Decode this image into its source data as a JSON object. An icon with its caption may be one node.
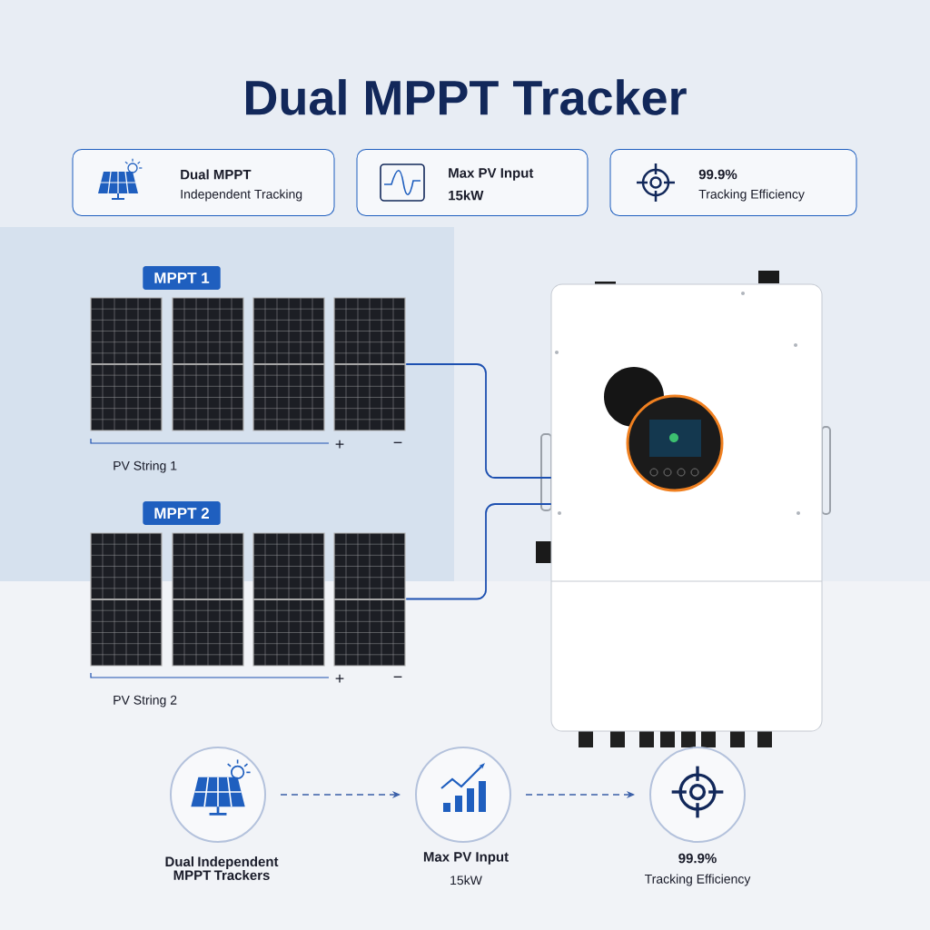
{
  "diagram": {
    "title": "Dual MPPT Tracker",
    "nodes": [
      {
        "text": [
          "Dual MPPT",
          "Independent Tracking"
        ]
      },
      {
        "text": [
          "Max PV Input",
          "15kW"
        ]
      },
      {
        "text": [
          "99.9%",
          "Tracking Efficiency"
        ]
      },
      {
        "text": [
          "MPPT 1",
          "PV String 1"
        ]
      },
      {
        "text": [
          "MPPT 2",
          "PV String 2"
        ]
      },
      {
        "text": [],
        "shape": "picture"
      },
      {
        "text": [
          "Dual Independent MPPT Trackers"
        ]
      },
      {
        "text": [
          "Max PV Input",
          "15kW"
        ]
      },
      {
        "text": [
          "99.9%",
          "Tracking Efficiency"
        ]
      }
    ],
    "edges": [
      {
        "from": 3,
        "to": 5,
        "arrow": "none"
      },
      {
        "from": 4,
        "to": 5,
        "arrow": "none"
      },
      {
        "from": 6,
        "to": 7,
        "arrow": "to",
        "style": "dashed"
      },
      {
        "from": 7,
        "to": 8,
        "arrow": "to",
        "style": "dashed"
      }
    ],
    "labels": [
      "+",
      "−",
      "+",
      "−"
    ]
  }
}
